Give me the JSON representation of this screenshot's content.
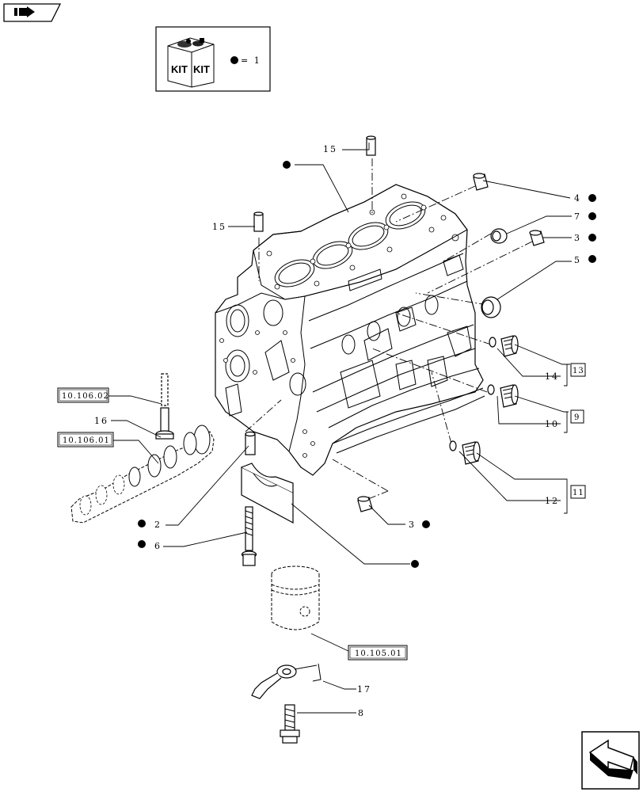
{
  "kit": {
    "text_left": "KIT",
    "text_right": "KIT",
    "legend": "= 1"
  },
  "references": {
    "ref_10_106_02": "10.106.02",
    "ref_10_106_01": "10.106.01",
    "ref_10_105_01": "10.105.01"
  },
  "callouts": {
    "c15_top": "15",
    "c15_left": "15",
    "c4": "4",
    "c7": "7",
    "c3_upper": "3",
    "c5": "5",
    "c14": "14",
    "c10": "10",
    "c12": "12",
    "c16": "16",
    "c2": "2",
    "c6": "6",
    "c3_lower": "3",
    "c17": "17",
    "c8": "8"
  },
  "group_boxes": {
    "g13": "13",
    "g9": "9",
    "g11": "11"
  },
  "icons": {
    "top_left": "back-arrow-icon",
    "bottom_right": "next-page-arrow-icon"
  },
  "colors": {
    "ink": "#000000",
    "paper": "#ffffff"
  }
}
